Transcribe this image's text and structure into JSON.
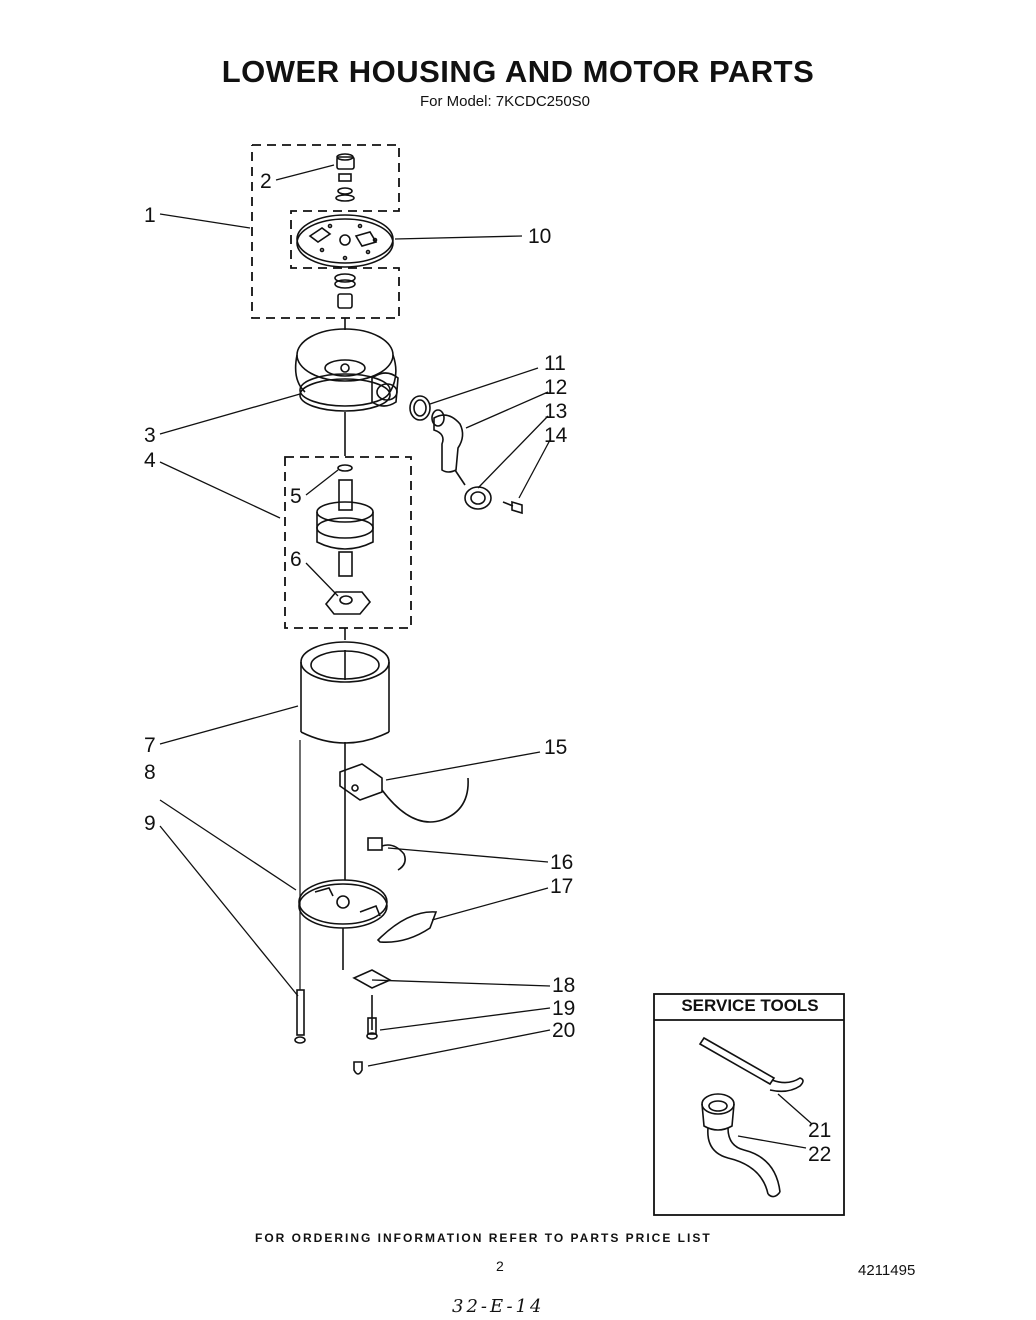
{
  "title": "LOWER HOUSING AND MOTOR PARTS",
  "subtitle": "For Model: 7KCDC250S0",
  "service_tools": {
    "title": "SERVICE TOOLS"
  },
  "footer": {
    "note": "FOR ORDERING INFORMATION REFER TO PARTS PRICE LIST",
    "page_number": "2",
    "document_number": "4211495",
    "handwritten": "32-E-14"
  },
  "callouts": [
    "1",
    "2",
    "3",
    "4",
    "5",
    "6",
    "7",
    "8",
    "9",
    "10",
    "11",
    "12",
    "13",
    "14",
    "15",
    "16",
    "17",
    "18",
    "19",
    "20",
    "21",
    "22"
  ]
}
